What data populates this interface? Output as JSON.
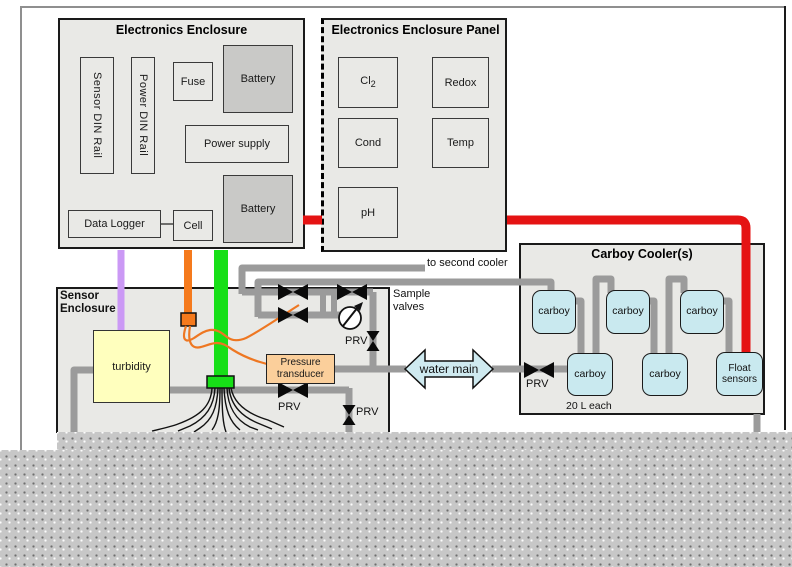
{
  "electronics_enclosure": {
    "title": "Electronics Enclosure",
    "sensor_din_rail": "Sensor DIN Rail",
    "power_din_rail": "Power DIN Rail",
    "fuse": "Fuse",
    "battery_top": "Battery",
    "power_supply": "Power supply",
    "battery_bottom": "Battery",
    "data_logger": "Data Logger",
    "cell": "Cell"
  },
  "enclosure_panel": {
    "title": "Electronics Enclosure Panel",
    "cl2_base": "Cl",
    "cl2_subscript": "2",
    "redox": "Redox",
    "cond": "Cond",
    "temp": "Temp",
    "ph": "pH"
  },
  "sensor_enclosure": {
    "title": "Sensor Enclosure",
    "turbidity": "turbidity",
    "pressure_transducer": "Pressure transducer",
    "sample_valves": "Sample valves"
  },
  "carboy_cooler": {
    "title": "Carboy Cooler(s)",
    "carboys": [
      "carboy",
      "carboy",
      "carboy",
      "carboy",
      "carboy"
    ],
    "float_sensors": "Float sensors",
    "capacity_note": "20 L each"
  },
  "annotations": {
    "to_second_cooler": "to second cooler",
    "water_main": "water main",
    "prv_labels": [
      "PRV",
      "PRV",
      "PRV",
      "PRV"
    ]
  },
  "colors": {
    "pipe_gray": "#9b9b9b",
    "red_line": "#e51313",
    "orange_line": "#f57a1d",
    "green_line": "#17df17",
    "purple_line": "#cb99f5",
    "carboy_fill": "#c9e9ef",
    "turbidity_fill": "#ffffbe",
    "transducer_fill": "#fbcf9b",
    "water_main_fill": "#cfeaf0",
    "enclosure_fill": "#e9e9e6",
    "battery_fill": "#c9c9c7"
  }
}
